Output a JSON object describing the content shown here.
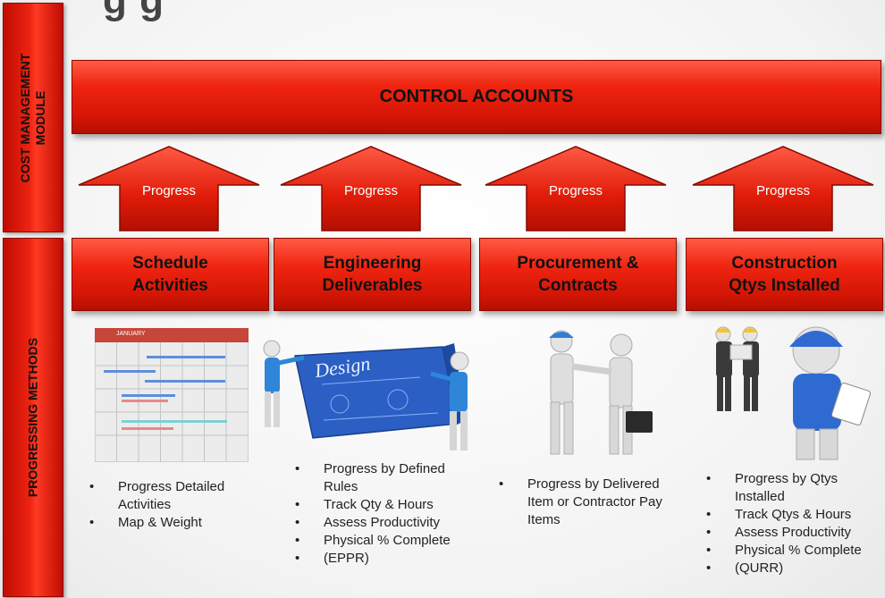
{
  "title_partial": "g  g",
  "sidebar": {
    "top_label_line1": "COST MANAGEMENT",
    "top_label_line2": "MODULE",
    "bottom_label": "PROGRESSING METHODS"
  },
  "control_accounts": {
    "label": "CONTROL ACCOUNTS"
  },
  "arrows": [
    {
      "label": "Progress"
    },
    {
      "label": "Progress"
    },
    {
      "label": "Progress"
    },
    {
      "label": "Progress"
    }
  ],
  "categories": [
    {
      "label": "Schedule\nActivities"
    },
    {
      "label": "Engineering\nDeliverables"
    },
    {
      "label": "Procurement &\nContracts"
    },
    {
      "label": "Construction\nQtys Installed"
    }
  ],
  "calendar": {
    "month": "JANUARY"
  },
  "blueprint": {
    "heading": "Design"
  },
  "lists": [
    [
      "Progress Detailed Activities",
      "Map & Weight"
    ],
    [
      "Progress by Defined Rules",
      "Track Qty & Hours",
      "Assess Productivity",
      "Physical % Complete",
      "(EPPR)"
    ],
    [
      "Progress by Delivered Item or Contractor Pay Items"
    ],
    [
      "Progress by Qtys Installed",
      "Track Qtys & Hours",
      "Assess Productivity",
      "Physical % Complete",
      "(QURR)"
    ]
  ],
  "colors": {
    "accent_red": "#ee2410",
    "dark_red": "#b30f02",
    "blue_figure": "#2a6fd6"
  }
}
